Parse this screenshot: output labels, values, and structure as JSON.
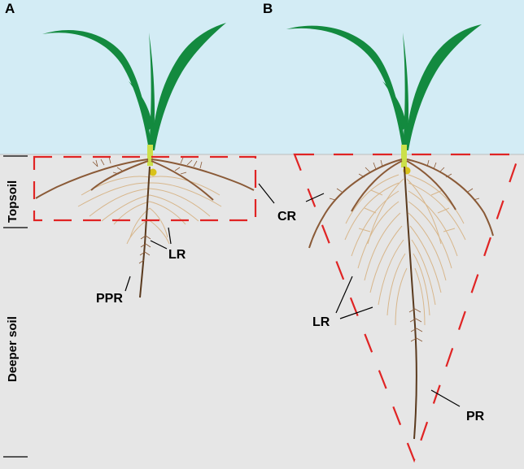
{
  "panels": [
    {
      "id": "A",
      "label": "A"
    },
    {
      "id": "B",
      "label": "B"
    }
  ],
  "soil_layers": {
    "topsoil": "Topsoil",
    "deeper": "Deeper soil"
  },
  "root_labels": {
    "cr": "CR",
    "lr_a": "LR",
    "ppr": "PPR",
    "lr_b": "LR",
    "pr": "PR"
  },
  "colors": {
    "sky": "#d3ecf5",
    "soil": "#e6e6e6",
    "leaf": "#138a3f",
    "stem_base": "#cbe04a",
    "seed": "#d9c21a",
    "crown_root": "#8a5a37",
    "lateral_root": "#d7b487",
    "primary_root": "#5a3a1e",
    "dashed_outline": "#e02424"
  }
}
